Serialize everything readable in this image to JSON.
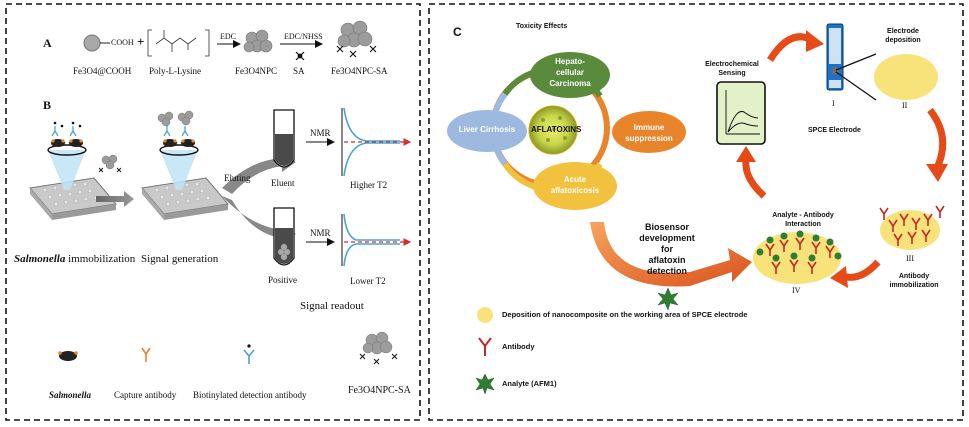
{
  "panel_a": {
    "label": "A",
    "step1": "EDC",
    "step2": "EDC/NHSS",
    "cooh": "COOH",
    "plus": "+",
    "captions": [
      "Fe3O4@COOH",
      "Poly-L-Lysine",
      "Fe3O4NPC",
      "SA",
      "Fe3O4NPC-SA"
    ]
  },
  "panel_b": {
    "label": "B",
    "eluting": "Eluting",
    "nmr_top": "NMR",
    "nmr_bottom": "NMR",
    "eluent": "Eluent",
    "positive": "Positive",
    "higher_t2": "Higher T2",
    "lower_t2": "Lower T2",
    "salmonella_immobilization_1": "Salmonella",
    "salmonella_immobilization_2": "immobilization",
    "signal_generation": "Signal generation",
    "signal_readout": "Signal readout"
  },
  "legend_b": {
    "salmonella": "Salmonella",
    "capture_antibody": "Capture antibody",
    "detection_antibody": "Biotinylated detection antibody",
    "nanoparticle": "Fe3O4NPC-SA"
  },
  "panel_c": {
    "label": "C",
    "toxicity_effects": "Toxicity Effects",
    "hepato_1": "Hepato-",
    "hepato_2": "cellular",
    "hepato_3": "Carcinoma",
    "immune_1": "Immune",
    "immune_2": "suppression",
    "acute_1": "Acute",
    "acute_2": "aflatoxicosis",
    "liver_cirrhosis": "Liver Cirrhosis",
    "aflatoxins": "AFLATOXINS",
    "biosensor_1": "Biosensor",
    "biosensor_2": "development for",
    "biosensor_3": "aflatoxin",
    "biosensor_4": "detection",
    "electrochemical_1": "Electrochemical",
    "electrochemical_2": "Sensing",
    "spce_electrode": "SPCE Electrode",
    "electrode_deposition_1": "Electrode",
    "electrode_deposition_2": "deposition",
    "analyte_antibody_1": "Analyte - Antibody",
    "analyte_antibody_2": "Interaction",
    "antibody_immobilization_1": "Antibody",
    "antibody_immobilization_2": "immobilization",
    "roman": [
      "I",
      "II",
      "III",
      "IV"
    ]
  },
  "legend_c": {
    "deposition": "Deposition of nanocomposite on the working area of SPCE electrode",
    "antibody": "Antibody",
    "analyte": "Analyte (AFM1)"
  },
  "colors": {
    "green": "#5a8a3c",
    "orange": "#e8842a",
    "blue": "#9db9e0",
    "yellow": "#f2c23e",
    "red_arrow": "#e64a19",
    "gold": "#f8e37a"
  }
}
